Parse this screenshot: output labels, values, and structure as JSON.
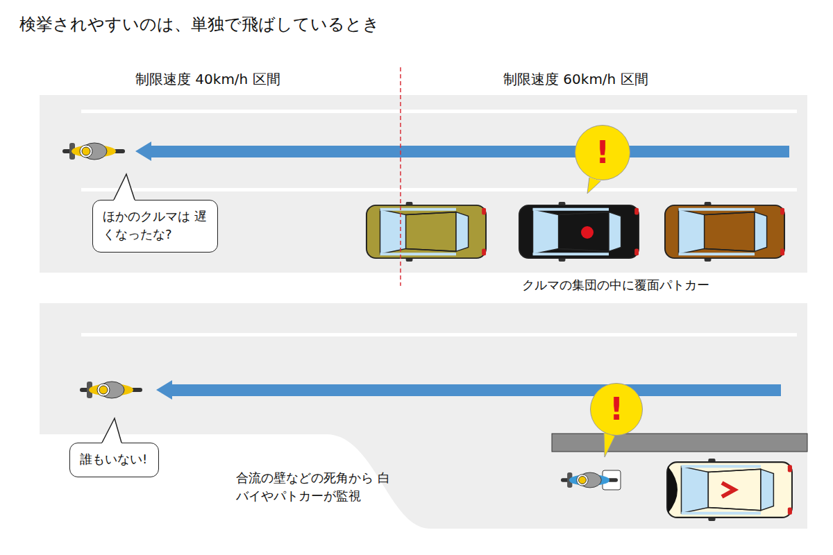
{
  "diagram": {
    "title": "検挙されやすいのは、単独で飛ばしているとき",
    "nodes": [
      {
        "text": [
          "!"
        ]
      },
      {
        "text": [
          "ほかのクルマは 遅くなったな?"
        ]
      },
      {
        "text": [
          "!"
        ]
      },
      {
        "text": [
          "誰もいない!"
        ]
      }
    ],
    "labels": [
      "制限速度 40km/h 区間",
      "制限速度 60km/h 区間",
      "クルマの集団の中に覆面パトカー",
      "合流の壁などの死角から 白バイやパトカーが監視"
    ]
  }
}
